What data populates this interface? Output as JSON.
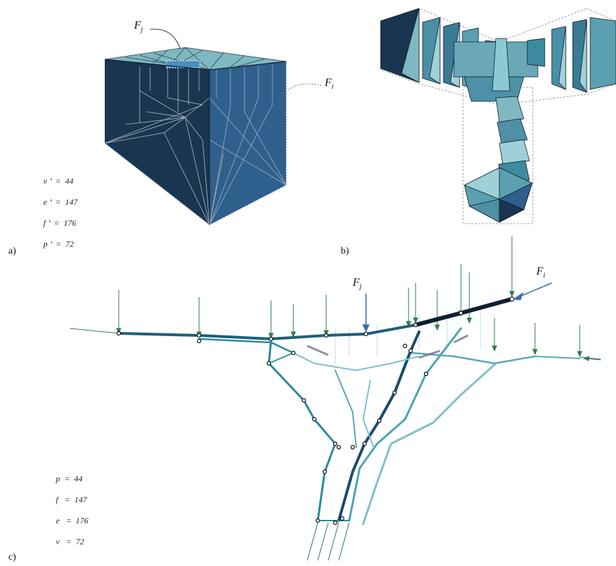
{
  "panel_a": {
    "label": "a)",
    "callout_j": {
      "symbol": "F",
      "sub": "j"
    },
    "callout_i": {
      "symbol": "F",
      "sub": "i"
    },
    "stats": [
      {
        "name": "v ’",
        "eq": "=",
        "value": "44"
      },
      {
        "name": "e ’",
        "eq": "=",
        "value": "147"
      },
      {
        "name": "f ’",
        "eq": "=",
        "value": "176"
      },
      {
        "name": "p ’",
        "eq": "=",
        "value": "72"
      }
    ]
  },
  "panel_b": {
    "label": "b)"
  },
  "panel_c": {
    "label": "c)",
    "callout_j": {
      "symbol": "F",
      "sub": "j"
    },
    "callout_i": {
      "symbol": "F",
      "sub": "i"
    },
    "stats": [
      {
        "name": "p",
        "eq": "=",
        "value": "44"
      },
      {
        "name": "f",
        "eq": "=",
        "value": "147"
      },
      {
        "name": "e",
        "eq": "=",
        "value": "176"
      },
      {
        "name": "v",
        "eq": "=",
        "value": "72"
      }
    ]
  },
  "colors": {
    "dark_navy": "#13263a",
    "steel_blue": "#2f5f8c",
    "teal": "#2a8a9a",
    "light_teal": "#7fc0cc",
    "load_green": "#2e7d4a",
    "force_blue": "#3a6fb5"
  }
}
